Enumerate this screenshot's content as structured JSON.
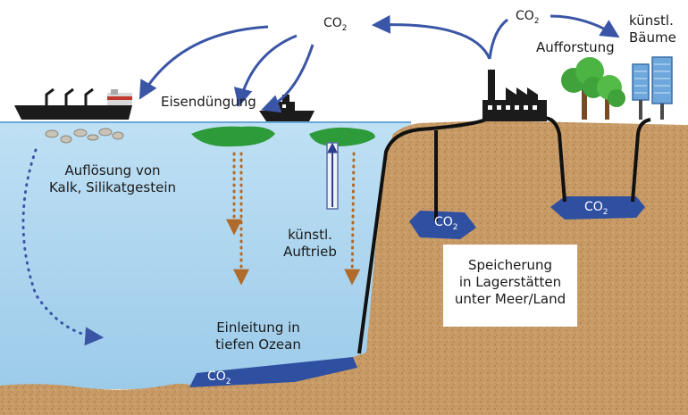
{
  "labels": {
    "co2_main": "CO",
    "co2_main_sub": "2",
    "co2_factory": "CO",
    "co2_factory_sub": "2",
    "co2_seafloor": "CO",
    "co2_seafloor_sub": "2",
    "co2_reservoir_left": "CO",
    "co2_reservoir_left_sub": "2",
    "co2_reservoir_right": "CO",
    "co2_reservoir_right_sub": "2",
    "eisenduengung": "Eisendüngung",
    "aufforstung": "Aufforstung",
    "kuenstl_baeume_line1": "künstl.",
    "kuenstl_baeume_line2": "Bäume",
    "aufloesung_line1": "Auflösung von",
    "aufloesung_line2": "Kalk, Silikatgestein",
    "auftrieb_line1": "künstl.",
    "auftrieb_line2": "Auftrieb",
    "einleitung_line1": "Einleitung in",
    "einleitung_line2": "tiefen Ozean",
    "speicherung_line1": "Speicherung",
    "speicherung_line2": "in Lagerstätten",
    "speicherung_line3": "unter Meer/Land"
  },
  "colors": {
    "ocean": "#c9e6f6",
    "ocean_surface": "#6aa8d8",
    "sediment": "#c89a66",
    "co2_pool": "#2f4fa0",
    "algae": "#2e9b3a",
    "arrow": "#3b55a6",
    "dots": "#b06a2a",
    "pipe": "#111111"
  }
}
